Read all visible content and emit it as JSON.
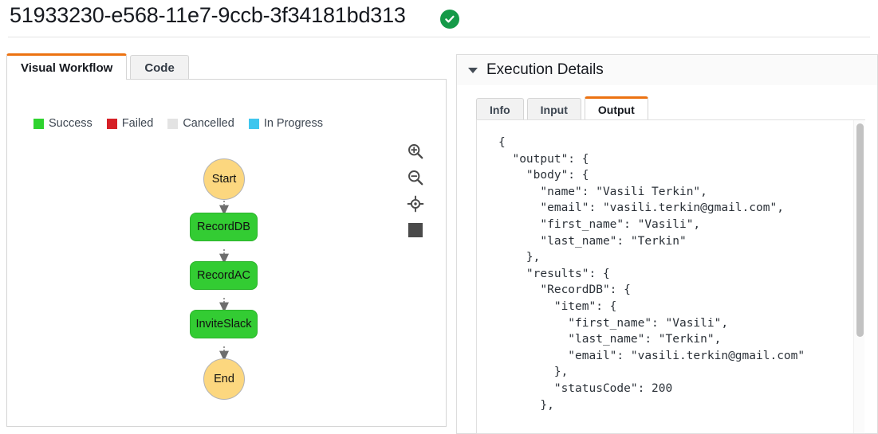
{
  "header": {
    "execution_arn": "51933230-e568-11e7-9ccb-3f34181bd313",
    "status_icon": "success-check-icon",
    "status_color": "#159a48"
  },
  "workflow_panel": {
    "tabs": [
      {
        "label": "Visual Workflow",
        "active": true
      },
      {
        "label": "Code",
        "active": false
      }
    ],
    "legend": [
      {
        "label": "Success",
        "color": "#2fd32f"
      },
      {
        "label": "Failed",
        "color": "#d62027"
      },
      {
        "label": "Cancelled",
        "color": "#e3e3e3"
      },
      {
        "label": "In Progress",
        "color": "#3fc6ee"
      }
    ],
    "zoom_controls": [
      {
        "icon": "zoom-in-icon"
      },
      {
        "icon": "zoom-out-icon"
      },
      {
        "icon": "center-target-icon"
      },
      {
        "icon": "stop-square-icon"
      }
    ],
    "graph": {
      "nodes": [
        {
          "id": "start",
          "label": "Start",
          "shape": "circle",
          "color": "#fcd77f"
        },
        {
          "id": "recorddb",
          "label": "RecordDB",
          "shape": "rect",
          "color": "#33cc33"
        },
        {
          "id": "recordac",
          "label": "RecordAC",
          "shape": "rect",
          "color": "#33cc33"
        },
        {
          "id": "inviteslack",
          "label": "InviteSlack",
          "shape": "rect",
          "color": "#33cc33"
        },
        {
          "id": "end",
          "label": "End",
          "shape": "circle",
          "color": "#fcd77f"
        }
      ],
      "edges": [
        {
          "from": "start",
          "to": "recorddb"
        },
        {
          "from": "recorddb",
          "to": "recordac"
        },
        {
          "from": "recordac",
          "to": "inviteslack"
        },
        {
          "from": "inviteslack",
          "to": "end"
        }
      ]
    }
  },
  "execution_details": {
    "title": "Execution Details",
    "collapse_icon": "caret-down-icon",
    "tabs": [
      {
        "label": "Info",
        "active": false
      },
      {
        "label": "Input",
        "active": false
      },
      {
        "label": "Output",
        "active": true
      }
    ],
    "output_json": "{\n  \"output\": {\n    \"body\": {\n      \"name\": \"Vasili Terkin\",\n      \"email\": \"vasili.terkin@gmail.com\",\n      \"first_name\": \"Vasili\",\n      \"last_name\": \"Terkin\"\n    },\n    \"results\": {\n      \"RecordDB\": {\n        \"item\": {\n          \"first_name\": \"Vasili\",\n          \"last_name\": \"Terkin\",\n          \"email\": \"vasili.terkin@gmail.com\"\n        },\n        \"statusCode\": 200\n      },"
  }
}
